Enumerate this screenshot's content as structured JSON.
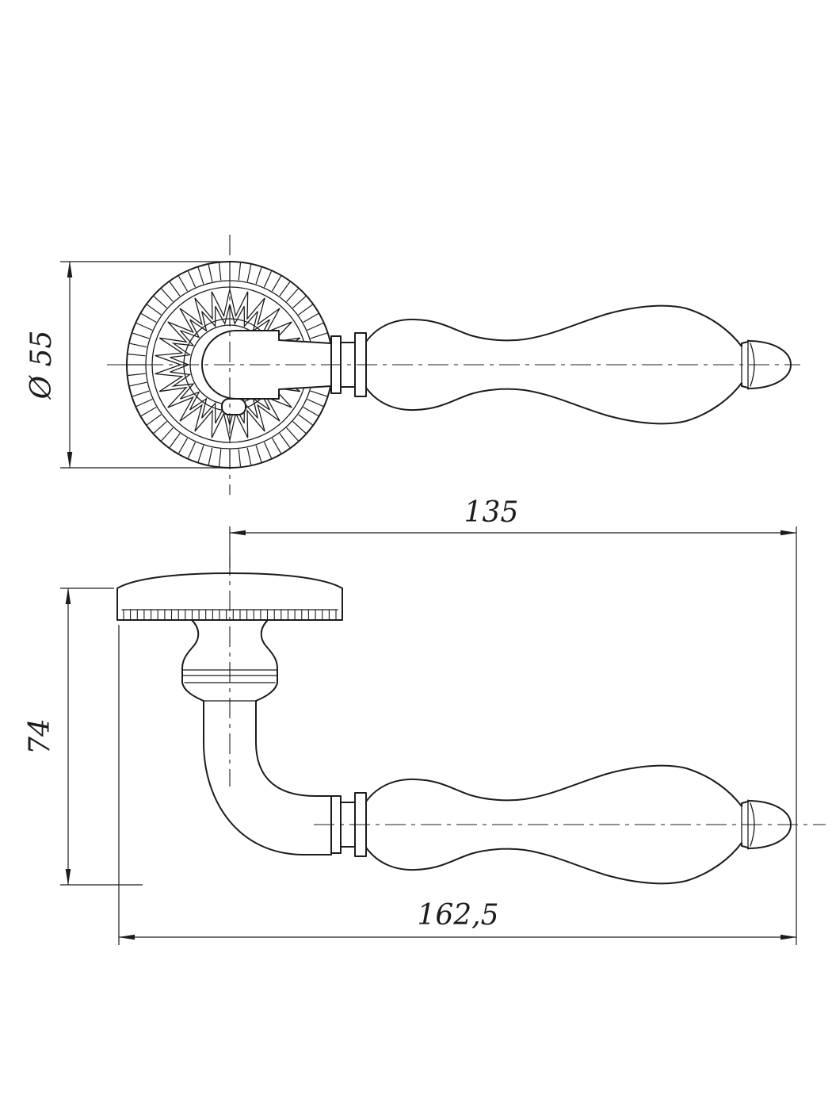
{
  "drawing": {
    "background_color": "#ffffff",
    "line_color": "#1c1c1c",
    "dimensions": {
      "diameter": "Ø 55",
      "handle_length": "135",
      "projection": "74",
      "overall_length": "162,5"
    }
  }
}
